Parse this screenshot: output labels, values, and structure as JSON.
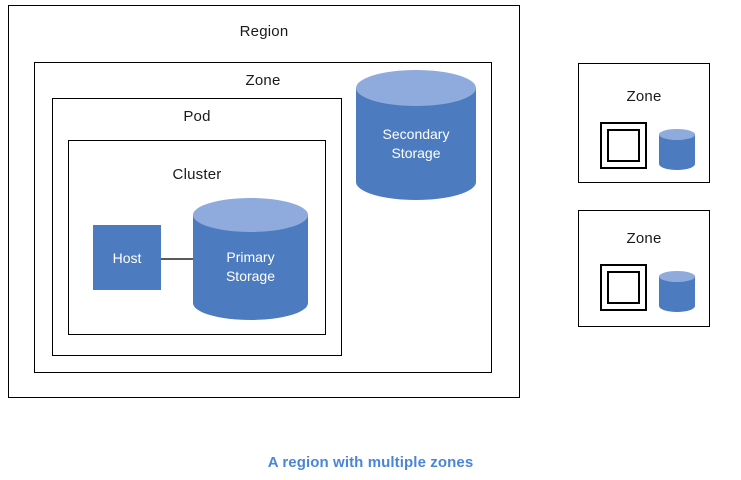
{
  "diagram": {
    "caption": "A region with multiple zones",
    "caption_color": "#4A86D8",
    "accent_blue": "#4C7CBF",
    "accent_blue_light": "#8FAADC",
    "border_color": "#000000",
    "region": {
      "label": "Region",
      "zone": {
        "label": "Zone",
        "pod": {
          "label": "Pod",
          "cluster": {
            "label": "Cluster",
            "host": {
              "label": "Host"
            },
            "primary_storage": {
              "line1": "Primary",
              "line2": "Storage"
            }
          }
        },
        "secondary_storage": {
          "line1": "Secondary",
          "line2": "Storage"
        }
      }
    },
    "side_zones": [
      {
        "label": "Zone"
      },
      {
        "label": "Zone"
      }
    ]
  }
}
